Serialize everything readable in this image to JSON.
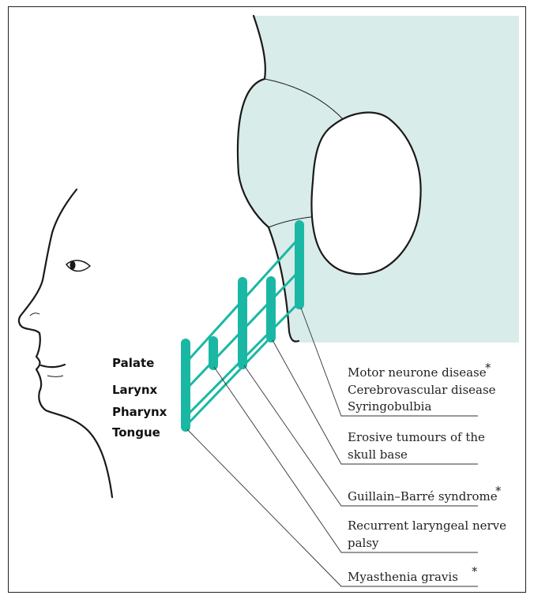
{
  "colors": {
    "brainstem_fill": "#d8ecea",
    "nerve_teal": "#1ab8a4",
    "outline": "#1a1a1a"
  },
  "muscle_labels": [
    "Palate",
    "Larynx",
    "Pharynx",
    "Tongue"
  ],
  "causes": {
    "c1_line1": "Motor neurone disease",
    "c1_line2": "Cerebrovascular disease",
    "c1_line3": "Syringobulbia",
    "c2_line1": "Erosive tumours of the",
    "c2_line2": "skull base",
    "c3_line1": "Guillain–Barré syndrome",
    "c4_line1": "Recurrent laryngeal nerve",
    "c4_line2": "palsy",
    "c5_line1": "Myasthenia gravis",
    "asterisk": "*"
  }
}
